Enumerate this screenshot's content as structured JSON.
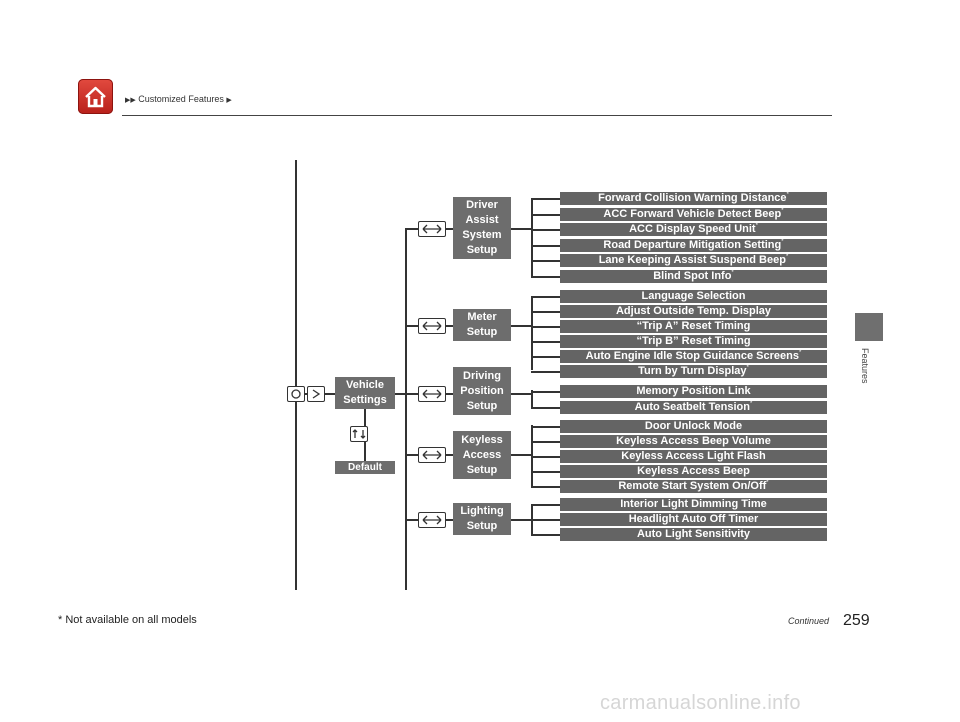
{
  "header": {
    "breadcrumb": "Customized Features",
    "side_label": "Features"
  },
  "tree": {
    "root": "Vehicle\nSettings",
    "default": "Default",
    "groups": [
      {
        "label": "Driver\nAssist\nSystem\nSetup",
        "items": [
          {
            "label": "Forward Collision Warning Distance",
            "note": "*"
          },
          {
            "label": "ACC Forward Vehicle Detect Beep",
            "note": "*"
          },
          {
            "label": "ACC Display Speed Unit",
            "note": "*"
          },
          {
            "label": "Road Departure Mitigation Setting",
            "note": "*"
          },
          {
            "label": "Lane Keeping Assist Suspend Beep",
            "note": "*"
          },
          {
            "label": "Blind Spot Info",
            "note": "*"
          }
        ]
      },
      {
        "label": "Meter\nSetup",
        "items": [
          {
            "label": "Language Selection",
            "note": ""
          },
          {
            "label": "Adjust Outside Temp. Display",
            "note": ""
          },
          {
            "label": "“Trip A” Reset Timing",
            "note": ""
          },
          {
            "label": "“Trip B” Reset Timing",
            "note": ""
          },
          {
            "label": "Auto Engine Idle Stop Guidance Screens",
            "note": "*"
          },
          {
            "label": "Turn by Turn Display",
            "note": "*"
          }
        ]
      },
      {
        "label": "Driving\nPosition\nSetup",
        "items": [
          {
            "label": "Memory Position Link",
            "note": ""
          },
          {
            "label": "Auto Seatbelt Tension",
            "note": "*"
          }
        ]
      },
      {
        "label": "Keyless\nAccess\nSetup",
        "items": [
          {
            "label": "Door Unlock Mode",
            "note": ""
          },
          {
            "label": "Keyless Access Beep Volume",
            "note": ""
          },
          {
            "label": "Keyless Access Light Flash",
            "note": ""
          },
          {
            "label": "Keyless Access Beep",
            "note": ""
          },
          {
            "label": "Remote Start System On/Off",
            "note": "*"
          }
        ]
      },
      {
        "label": "Lighting\nSetup",
        "items": [
          {
            "label": "Interior Light Dimming Time",
            "note": ""
          },
          {
            "label": "Headlight Auto Off Timer",
            "note": ""
          },
          {
            "label": "Auto Light Sensitivity",
            "note": ""
          }
        ]
      }
    ]
  },
  "footer": {
    "footnote": "* Not available on all models",
    "continued": "Continued",
    "page_number": "259"
  },
  "watermark": "carmanualsonline.info"
}
